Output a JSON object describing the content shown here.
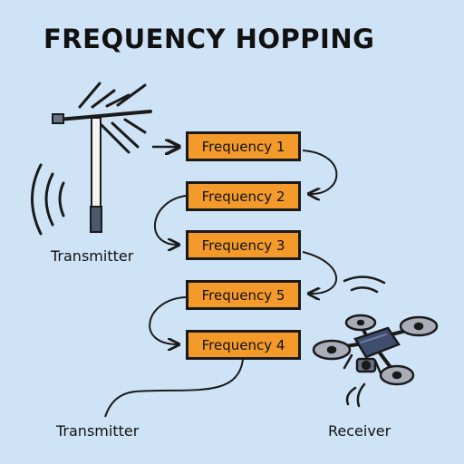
{
  "title": "FREQUENCY HOPPING",
  "frequencies": [
    {
      "label": "Frequency 1"
    },
    {
      "label": "Frequency 2"
    },
    {
      "label": "Frequency 3"
    },
    {
      "label": "Frequency 5"
    },
    {
      "label": "Frequency 4"
    }
  ],
  "labels": {
    "transmitter_top": "Transmitter",
    "transmitter_bottom": "Transmitter",
    "receiver": "Receiver"
  },
  "colors": {
    "background": "#cfe3f7",
    "box_fill": "#f39a2a",
    "outline": "#1a1a1a",
    "drone_body": "#3f4d6e"
  },
  "icons": {
    "antenna": "antenna-icon",
    "signal": "signal-waves-icon",
    "drone": "drone-icon"
  }
}
